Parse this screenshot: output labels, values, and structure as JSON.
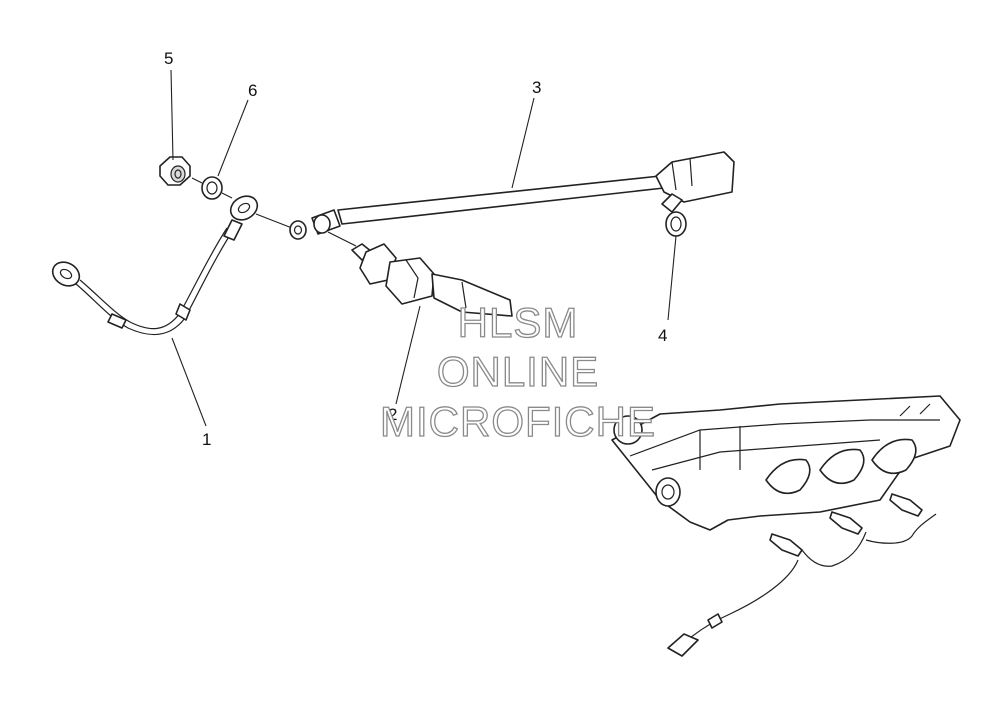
{
  "callouts": {
    "c1": "1",
    "c2": "2",
    "c3": "3",
    "c4": "4",
    "c5": "5",
    "c6": "6"
  },
  "watermark": {
    "line1": "HLSM",
    "line2": "ONLINE",
    "line3": "MICROFICHE"
  },
  "colors": {
    "line": "#222222",
    "watermark_outline": "#8a8a8a",
    "background": "#ffffff"
  }
}
